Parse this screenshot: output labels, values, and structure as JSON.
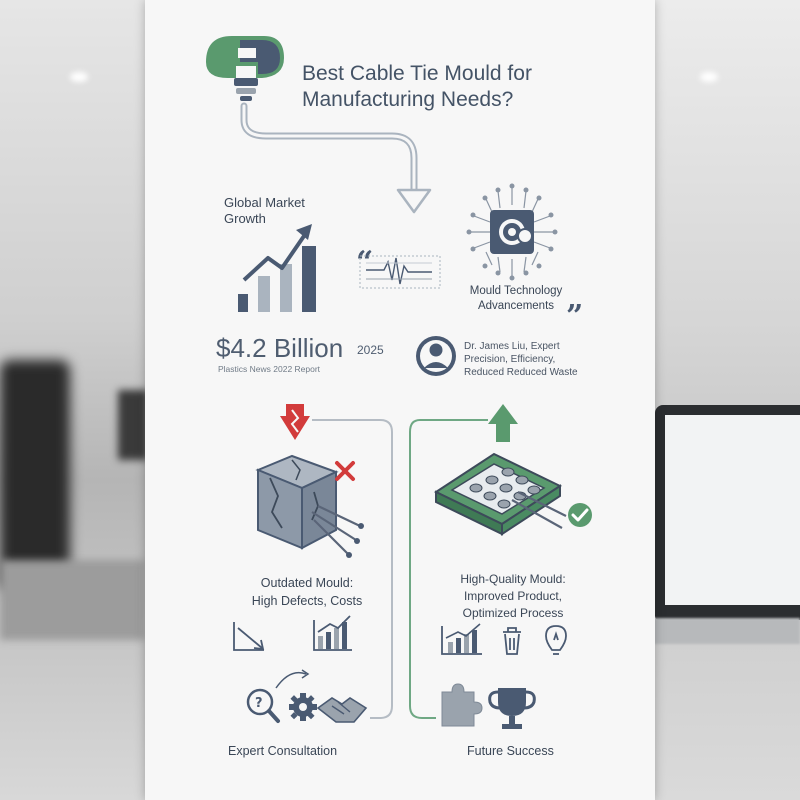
{
  "header": {
    "title_line1": "Best Cable Tie Mould for",
    "title_line2": "Manufacturing Needs?"
  },
  "market": {
    "title_line1": "Global Market",
    "title_line2": "Growth",
    "value": "$4.2 Billion",
    "year": "2025",
    "source": "Plastics News 2022 Report"
  },
  "technology": {
    "label_line1": "Mould Technology",
    "label_line2": "Advancements"
  },
  "expert_quote": {
    "line1": "Dr. James Liu, Expert",
    "line2": "Precision, Efficiency,",
    "line3": "Reduced Reduced Waste"
  },
  "outdated": {
    "label_line1": "Outdated Mould:",
    "label_line2": "High Defects, Costs"
  },
  "high_quality": {
    "label_line1": "High-Quality Mould:",
    "label_line2": "Improved Product,",
    "label_line3": "Optimized Process"
  },
  "footer": {
    "left_label": "Expert Consultation",
    "right_label": "Future Success"
  },
  "colors": {
    "navy": "#4a5a72",
    "green": "#5a9a6e",
    "red": "#d23b3b",
    "gray": "#9aa3ad"
  },
  "icons": [
    "bulb-icon",
    "growth-chart-icon",
    "quote-icon",
    "chip-gear-icon",
    "user-avatar-icon",
    "down-arrow-icon",
    "up-arrow-icon",
    "cracked-mould-icon",
    "x-mark-icon",
    "precision-mould-icon",
    "check-icon",
    "trend-down-icon",
    "trend-up-icon",
    "chart-icon",
    "trash-icon",
    "lightbulb-icon",
    "magnifier-icon",
    "gear-icon",
    "handshake-icon",
    "puzzle-icon",
    "trophy-icon"
  ]
}
